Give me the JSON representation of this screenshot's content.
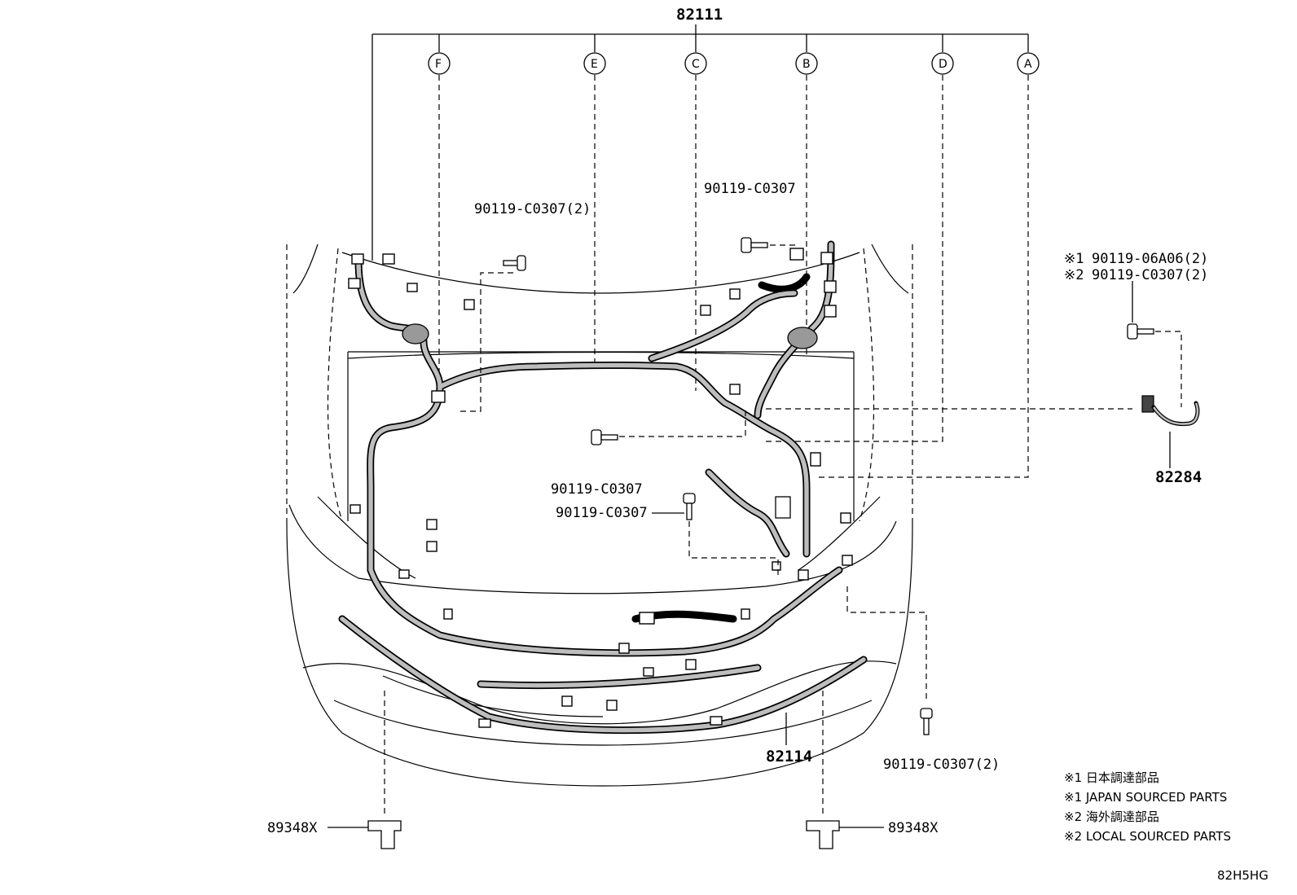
{
  "main_harness": {
    "part_no": "82111"
  },
  "callouts": [
    "F",
    "E",
    "C",
    "B",
    "D",
    "A"
  ],
  "bolts": {
    "top_left": "90119-C0307(2)",
    "top_center": "90119-C0307",
    "middle_1": "90119-C0307",
    "middle_2": "90119-C0307",
    "bottom_right": "90119-C0307(2)"
  },
  "right_bolt": {
    "line1_mark": "※1",
    "line1_part": "90119-06A06(2)",
    "line2_mark": "※2",
    "line2_part": "90119-C0307(2)"
  },
  "sub_wire": {
    "part_no": "82284"
  },
  "bumper_wire": {
    "part_no": "82114"
  },
  "clamps": {
    "left": "89348X",
    "right": "89348X"
  },
  "legend": [
    "※1 日本調達部品",
    "※1 JAPAN SOURCED PARTS",
    "※2 海外調達部品",
    "※2 LOCAL SOURCED PARTS"
  ],
  "figure_code": "82H5HG"
}
